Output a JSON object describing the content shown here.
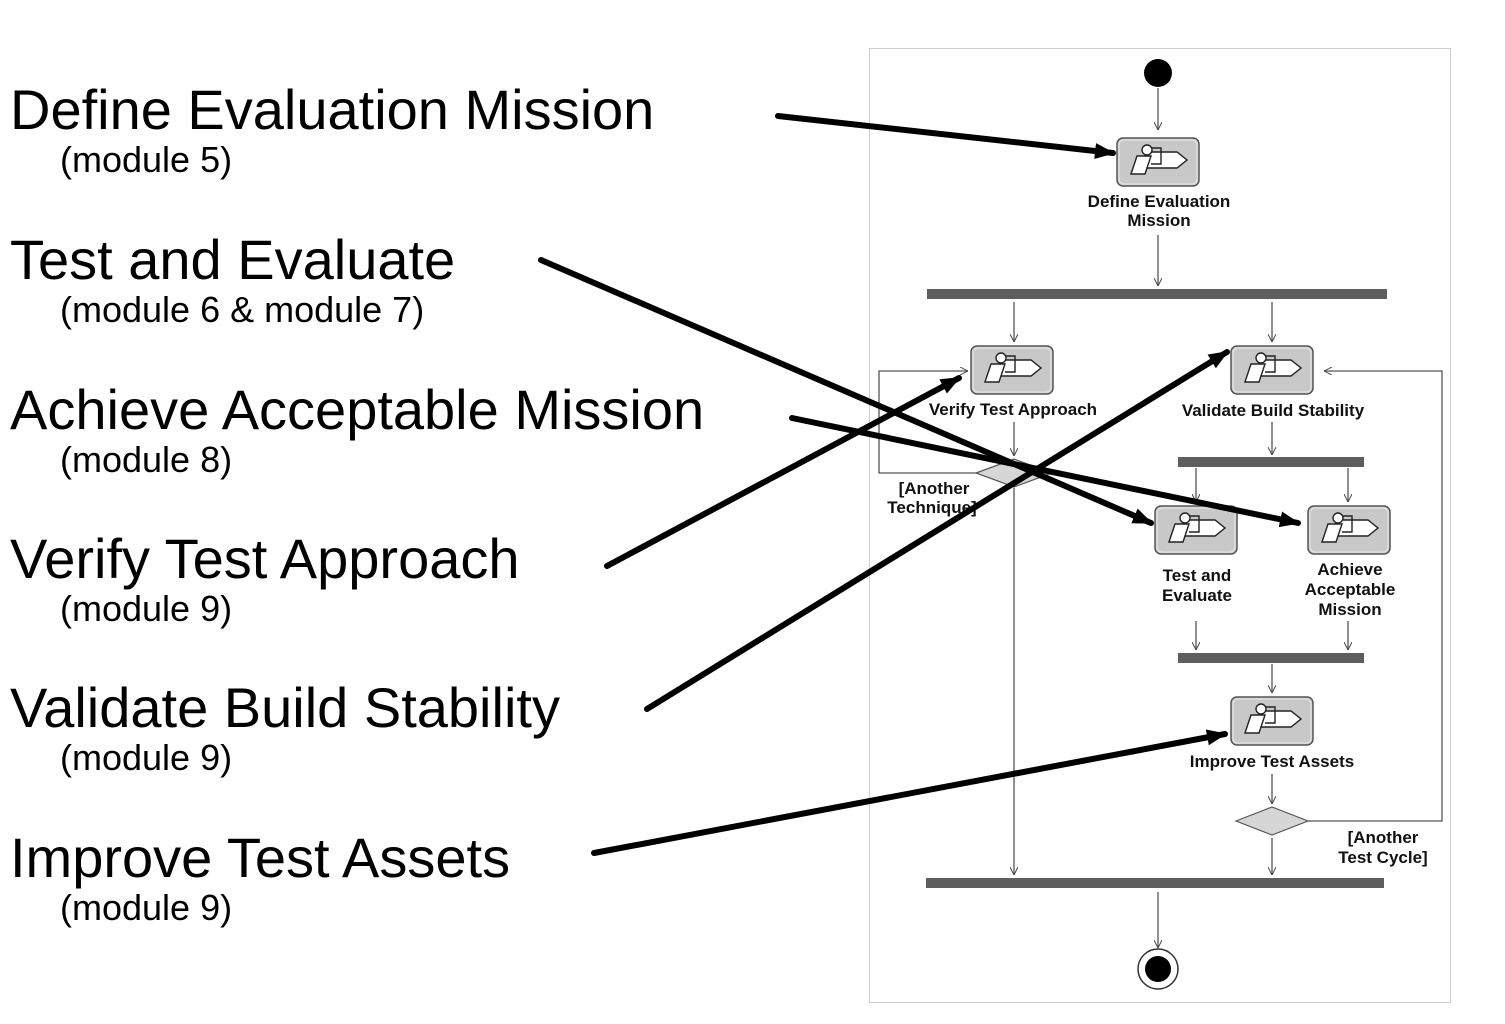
{
  "labels": [
    {
      "title": "Define Evaluation Mission",
      "module": "(module 5)"
    },
    {
      "title": "Test and Evaluate",
      "module": "(module 6 & module 7)"
    },
    {
      "title": "Achieve Acceptable Mission",
      "module": "(module 8)"
    },
    {
      "title": "Verify Test Approach",
      "module": "(module 9)"
    },
    {
      "title": "Validate Build Stability",
      "module": "(module 9)"
    },
    {
      "title": "Improve Test Assets",
      "module": "(module 9)"
    }
  ],
  "diagram": {
    "activities": {
      "define": [
        "Define Evaluation",
        "Mission"
      ],
      "verify": [
        "Verify Test Approach"
      ],
      "validate": [
        "Validate Build Stability"
      ],
      "test": [
        "Test and",
        "Evaluate"
      ],
      "achieve": [
        "Achieve",
        "Acceptable",
        "Mission"
      ],
      "improve": [
        "Improve Test Assets"
      ]
    },
    "guards": {
      "another_technique": [
        "[Another",
        "Technique]"
      ],
      "another_cycle": [
        "[Another",
        "Test Cycle]"
      ]
    }
  }
}
